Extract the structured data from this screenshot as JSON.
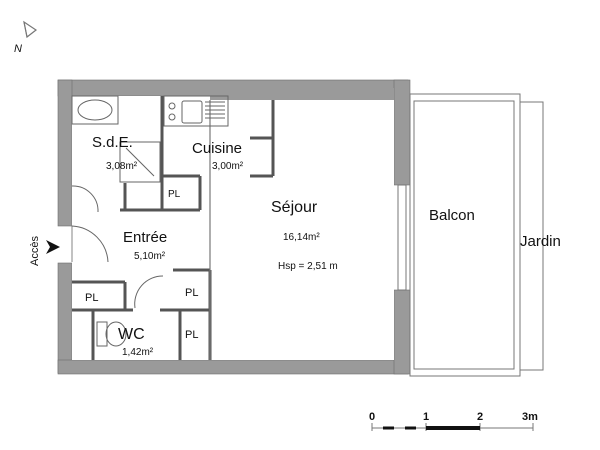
{
  "plan": {
    "type": "floor-plan",
    "compass": {
      "label": "N",
      "icon": "north-arrow-icon"
    },
    "access": {
      "label": "Accès",
      "icon": "entry-arrow-icon"
    },
    "rooms": [
      {
        "id": "sde",
        "name": "S.d.E.",
        "area": "3,08m²"
      },
      {
        "id": "cuisine",
        "name": "Cuisine",
        "area": "3,00m²"
      },
      {
        "id": "sejour",
        "name": "Séjour",
        "area": "16,14m²",
        "height": "Hsp = 2,51 m"
      },
      {
        "id": "entree",
        "name": "Entrée",
        "area": "5,10m²"
      },
      {
        "id": "wc",
        "name": "WC",
        "area": "1,42m²"
      },
      {
        "id": "balcon",
        "name": "Balcon"
      },
      {
        "id": "jardin",
        "name": "Jardin"
      }
    ],
    "closets": [
      "PL",
      "PL",
      "PL",
      "PL"
    ],
    "scale": {
      "ticks": [
        "0",
        "1",
        "2",
        "3m"
      ]
    }
  },
  "colors": {
    "wall": "#9a9a9a",
    "wall_stroke": "#6e6e6e",
    "line": "#555555",
    "text": "#111111"
  }
}
